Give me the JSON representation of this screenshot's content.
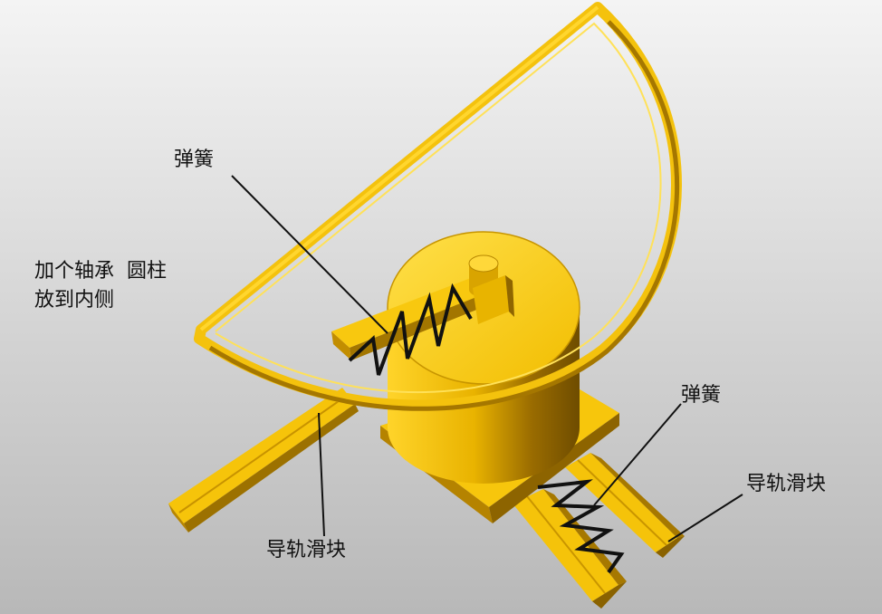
{
  "annotations": {
    "spring_upper": "弹簧",
    "bearing_note_line1": "加个轴承  圆柱",
    "bearing_note_line2": "放到内侧",
    "spring_lower": "弹簧",
    "rail_slider_lower": "导轨滑块",
    "rail_slider_right": "导轨滑块"
  },
  "colors": {
    "background_light": "#f2f2f2",
    "background_dark": "#b9b9b9",
    "part_yellow": "#f4c20d",
    "part_light": "#ffe14d",
    "part_shadow": "#a07400",
    "part_deep_shadow": "#7a5600",
    "spring_line": "#111111",
    "leader_line": "#111111"
  }
}
